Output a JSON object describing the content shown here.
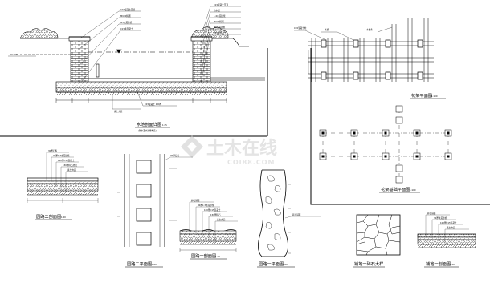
{
  "titles": {
    "pool_section": "水池剖面详图",
    "pool_section_scale": "1:25",
    "pool_section_sub": "(防水及水池壁构造)",
    "pergola_plan": "花架平面图",
    "pergola_plan_scale": "1:100",
    "pergola_base_plan": "花架基础平面图",
    "pergola_base_plan_scale": "1:100",
    "path2_section": "园路二剖面图",
    "path2_section_scale": "1:20",
    "path2_plan": "园路二平面图",
    "path2_plan_scale": "1:50",
    "path1_section": "园路一剖面图",
    "path1_section_scale": "1:20",
    "path1_plan": "园路一平面图",
    "path1_plan_scale": "1:50",
    "paving_stone": "铺地一碎石大样",
    "paving_section": "铺地一剖面图",
    "paving_section_scale": "1:20"
  },
  "notes": {
    "pool_left": [
      "C15混凝土压顶",
      "MU10砖砌",
      "M5水泥砂浆",
      "C15素混凝土"
    ],
    "pool_right": [
      "C15混凝土压顶",
      "防水层",
      "1:2水泥砂浆",
      "MU10砖砌",
      "M5水泥砂浆",
      "C15素混凝土"
    ],
    "pool_bottom": [
      "C15混凝土 100厚",
      "素土夯实"
    ],
    "pool_ground": "±0.000",
    "pergola": [
      "C20混凝土柱",
      "木梁",
      "木檩条"
    ],
    "path2": [
      "30厚石板",
      "30厚1:3水泥砂浆",
      "100厚C15混凝土",
      "150厚碎石垫层",
      "素土夯实"
    ],
    "path2_plan_note": "30厚石板",
    "path1": [
      "卵石铺面",
      "30厚1:3水泥砂浆",
      "100厚C15混凝土",
      "150厚碎石",
      "素土夯实"
    ],
    "path1_plan_note": "碎石铺面",
    "paving": [
      "碎石铺面",
      "30厚水泥砂浆",
      "100厚C15混凝土",
      "素土夯实"
    ]
  },
  "watermark": {
    "cn": "土木在线",
    "en": "COI88.COM",
    "color": "#d6d6d6"
  },
  "colors": {
    "ink": "#000000",
    "paper": "#ffffff"
  }
}
